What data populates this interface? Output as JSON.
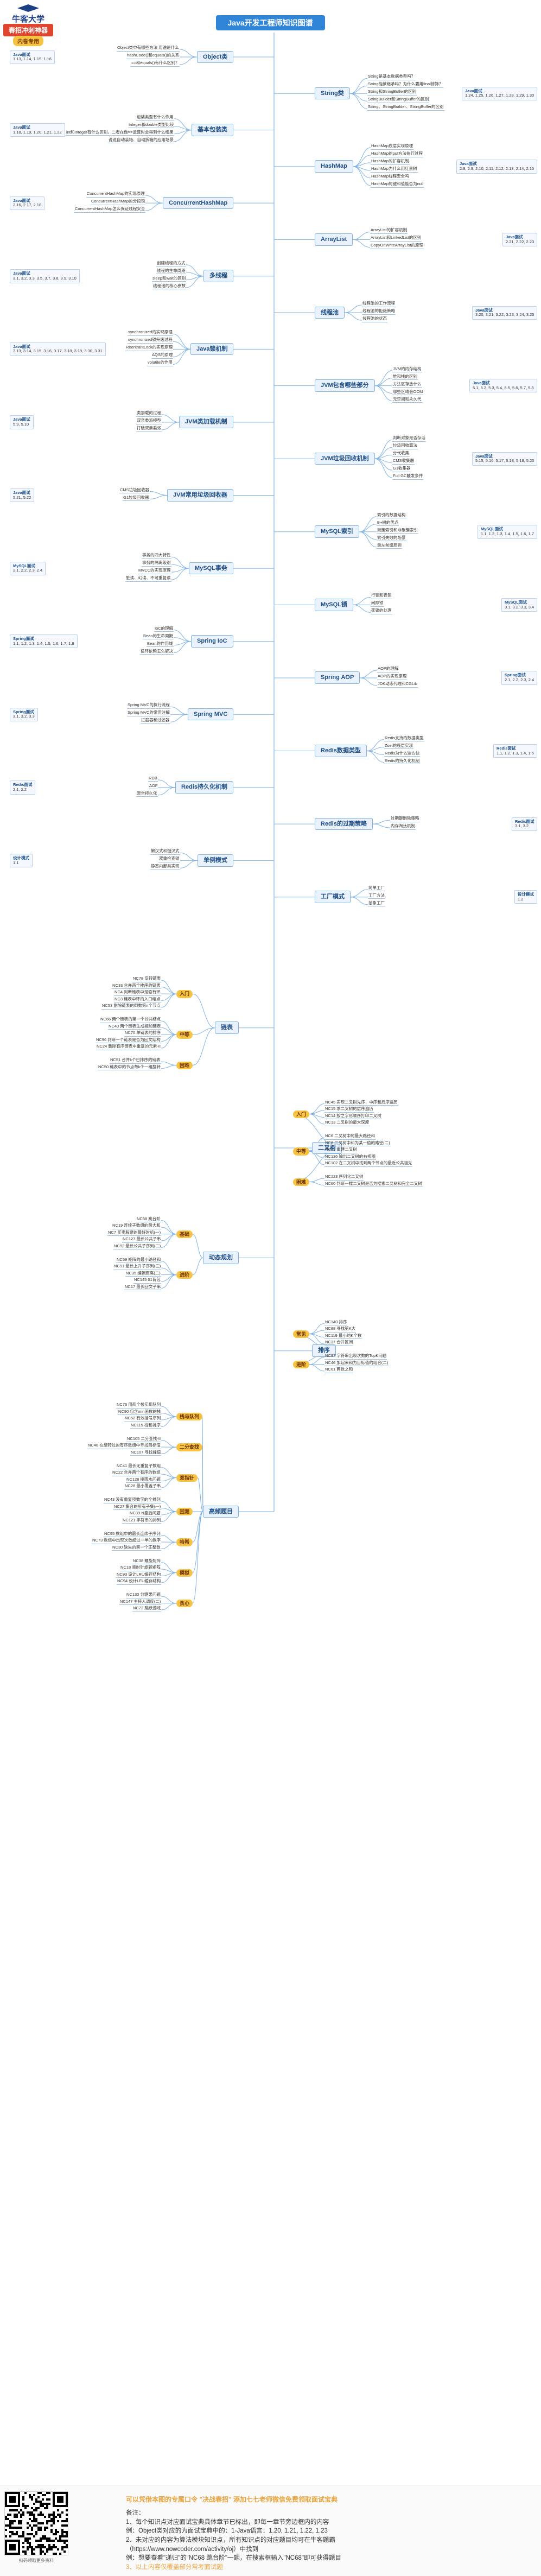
{
  "header": {
    "title": "Java开发工程师知识图谱",
    "logo_line1": "牛客大学",
    "logo_line2": "春招冲刺神器",
    "logo_line3": "内卷专用"
  },
  "colors": {
    "root": "#2f86d9",
    "line": "#7fb2e5",
    "accent": "#e9a33c",
    "badge": "#f6c343"
  },
  "map": {
    "sections": [
      {
        "title": "Object类",
        "items": [
          "Object类中有哪些方法 用途是什么",
          "hashCode()和equals()的关系",
          "==和equals()有什么区别？"
        ],
        "notes": [
          {
            "text": "Java面试",
            "sub": "1.13, 1.14, 1.15, 1.16"
          }
        ]
      },
      {
        "title": "String类",
        "items": [
          "String是基本数据类型吗？",
          "String能被继承吗？为什么要用final修饰？",
          "String和StringBuffer的区别",
          "StringBuilder和StringBuffer的区别",
          "String、StringBuilder、StringBuffer的区别"
        ],
        "notes": [
          {
            "text": "Java面试",
            "sub": "1.24, 1.25, 1.26, 1.27, 1.28, 1.29, 1.30"
          }
        ]
      },
      {
        "title": "基本包装类",
        "items": [
          "包装类型有什么作用",
          "Integer和double类型比较",
          "int和Integer有什么区别，二者在做==运算时会得到什么结果",
          "说说自动装箱、自动拆箱的应用场景"
        ],
        "notes": [
          {
            "text": "Java面试",
            "sub": "1.18, 1.19, 1.20, 1.21, 1.22"
          }
        ]
      },
      {
        "title": "HashMap",
        "items": [
          "HashMap底层实现原理",
          "HashMap的put方法执行过程",
          "HashMap的扩容机制",
          "HashMap为什么用红黑树",
          "HashMap线程安全吗",
          "HashMap的键和值能否为null"
        ],
        "notes": [
          {
            "text": "Java面试",
            "sub": "2.8, 2.9, 2.10, 2.11, 2.12, 2.13, 2.14, 2.15"
          }
        ]
      },
      {
        "title": "ConcurrentHashMap",
        "items": [
          "ConcurrentHashMap的实现原理",
          "ConcurrentHashMap的分段锁",
          "ConcurrentHashMap怎么保证线程安全"
        ],
        "notes": [
          {
            "text": "Java面试",
            "sub": "2.16, 2.17, 2.18"
          }
        ]
      },
      {
        "title": "ArrayList",
        "items": [
          "ArrayList的扩容机制",
          "ArrayList和LinkedList的区别",
          "CopyOnWriteArrayList的原理"
        ],
        "notes": [
          {
            "text": "Java面试",
            "sub": "2.21, 2.22, 2.23"
          }
        ]
      },
      {
        "title": "多线程",
        "items": [
          "创建线程的方式",
          "线程的生命周期",
          "sleep和wait的区别",
          "线程池的核心参数"
        ],
        "notes": [
          {
            "text": "Java面试",
            "sub": "3.1, 3.2, 3.3, 3.5, 3.7, 3.8, 3.9, 3.10"
          }
        ]
      },
      {
        "title": "线程池",
        "items": [
          "线程池的工作流程",
          "线程池的拒绝策略",
          "线程池的状态"
        ],
        "notes": [
          {
            "text": "Java面试",
            "sub": "3.20, 3.21, 3.22, 3.23, 3.24, 3.25"
          }
        ]
      },
      {
        "title": "Java锁机制",
        "items": [
          "synchronized的实现原理",
          "synchronized锁升级过程",
          "ReentrantLock的实现原理",
          "AQS的原理",
          "volatile的作用"
        ],
        "notes": [
          {
            "text": "Java面试",
            "sub": "3.13, 3.14, 3.15, 3.16, 3.17, 3.18, 3.19, 3.30, 3.31"
          }
        ]
      },
      {
        "title": "JVM包含哪些部分",
        "items": [
          "JVM的内存结构",
          "堆和栈的区别",
          "方法区存放什么",
          "哪些区域会OOM",
          "元空间和永久代"
        ],
        "notes": [
          {
            "text": "Java面试",
            "sub": "5.1, 5.2, 5.3, 5.4, 5.5, 5.6, 5.7, 5.8"
          }
        ]
      },
      {
        "title": "JVM类加载机制",
        "items": [
          "类加载的过程",
          "双亲委派模型",
          "打破双亲委派"
        ],
        "notes": [
          {
            "text": "Java面试",
            "sub": "5.9, 5.10"
          }
        ]
      },
      {
        "title": "JVM垃圾回收机制",
        "items": [
          "判断对象是否存活",
          "垃圾回收算法",
          "分代收集",
          "CMS收集器",
          "G1收集器",
          "Full GC触发条件"
        ],
        "notes": [
          {
            "text": "Java面试",
            "sub": "5.15, 5.16, 5.17, 5.18, 5.19, 5.20"
          }
        ]
      },
      {
        "title": "JVM常用垃圾回收器",
        "items": [
          "CMS垃圾回收器",
          "G1垃圾回收器"
        ],
        "notes": [
          {
            "text": "Java面试",
            "sub": "5.21, 5.22"
          }
        ]
      },
      {
        "title": "MySQL索引",
        "items": [
          "索引的数据结构",
          "B+树的优点",
          "聚簇索引和非聚簇索引",
          "索引失效的场景",
          "最左前缀原则"
        ],
        "notes": [
          {
            "text": "MySQL面试",
            "sub": "1.1, 1.2, 1.3, 1.4, 1.5, 1.6, 1.7"
          }
        ]
      },
      {
        "title": "MySQL事务",
        "items": [
          "事务的四大特性",
          "事务的隔离级别",
          "MVCC的实现原理",
          "脏读、幻读、不可重复读"
        ],
        "notes": [
          {
            "text": "MySQL面试",
            "sub": "2.1, 2.2, 2.3, 2.4"
          }
        ]
      },
      {
        "title": "MySQL锁",
        "items": [
          "行锁和表锁",
          "间隙锁",
          "死锁的处理"
        ],
        "notes": [
          {
            "text": "MySQL面试",
            "sub": "3.1, 3.2, 3.3, 3.4"
          }
        ]
      },
      {
        "title": "Spring IoC",
        "items": [
          "IoC的理解",
          "Bean的生命周期",
          "Bean的作用域",
          "循环依赖怎么解决"
        ],
        "notes": [
          {
            "text": "Spring面试",
            "sub": "1.1, 1.2, 1.3, 1.4, 1.5, 1.6, 1.7, 1.8"
          }
        ]
      },
      {
        "title": "Spring AOP",
        "items": [
          "AOP的理解",
          "AOP的实现原理",
          "JDK动态代理和CGLib"
        ],
        "notes": [
          {
            "text": "Spring面试",
            "sub": "2.1, 2.2, 2.3, 2.4"
          }
        ]
      },
      {
        "title": "Spring MVC",
        "items": [
          "Spring MVC的执行流程",
          "Spring MVC的常用注解",
          "拦截器和过滤器"
        ],
        "notes": [
          {
            "text": "Spring面试",
            "sub": "3.1, 3.2, 3.3"
          }
        ]
      },
      {
        "title": "Redis数据类型",
        "items": [
          "Redis支持的数据类型",
          "Zset的底层实现",
          "Redis为什么这么快",
          "Redis的持久化机制"
        ],
        "notes": [
          {
            "text": "Redis面试",
            "sub": "1.1, 1.2, 1.3, 1.4, 1.5"
          }
        ]
      },
      {
        "title": "Redis持久化机制",
        "items": [
          "RDB",
          "AOF",
          "混合持久化"
        ],
        "notes": [
          {
            "text": "Redis面试",
            "sub": "2.1, 2.2"
          }
        ]
      },
      {
        "title": "Redis的过期策略",
        "items": [
          "过期键删除策略",
          "内存淘汰机制"
        ],
        "notes": [
          {
            "text": "Redis面试",
            "sub": "3.1, 3.2"
          }
        ]
      },
      {
        "title": "单例模式",
        "items": [
          "懒汉式和饿汉式",
          "双重检查锁",
          "静态内部类实现"
        ],
        "notes": [
          {
            "text": "设计模式",
            "sub": "1.1"
          }
        ]
      },
      {
        "title": "工厂模式",
        "items": [
          "简单工厂",
          "工厂方法",
          "抽象工厂"
        ],
        "notes": [
          {
            "text": "设计模式",
            "sub": "1.2"
          }
        ]
      }
    ],
    "coding": [
      {
        "title": "链表",
        "groups": [
          {
            "label": "入门",
            "items": [
              "NC78 反转链表",
              "NC33 合并两个排序的链表",
              "NC4 判断链表中是否有环",
              "NC3 链表中环的入口结点",
              "NC53 删除链表的倒数第n个节点"
            ]
          },
          {
            "label": "中等",
            "items": [
              "NC66 两个链表的第一个公共结点",
              "NC40 两个链表生成相加链表",
              "NC70 单链表的排序",
              "NC96 判断一个链表是否为回文结构",
              "NC24 删除有序链表中重复的元素-II"
            ]
          },
          {
            "label": "困难",
            "items": [
              "NC51 合并k个已排序的链表",
              "NC50 链表中的节点每k个一组翻转"
            ]
          }
        ]
      },
      {
        "title": "二叉树",
        "groups": [
          {
            "label": "入门",
            "items": [
              "NC45 实现二叉树先序，中序和后序遍历",
              "NC15 求二叉树的层序遍历",
              "NC14 按之字形顺序打印二叉树",
              "NC13 二叉树的最大深度"
            ]
          },
          {
            "label": "中等",
            "items": [
              "NC6 二叉树中的最大路径和",
              "NC8 二叉树中和为某一值的路径(二)",
              "NC12 重建二叉树",
              "NC136 输出二叉树的右视图",
              "NC102 在二叉树中找到两个节点的最近公共祖先"
            ]
          },
          {
            "label": "困难",
            "items": [
              "NC123 序列化二叉树",
              "NC60 判断一棵二叉树是否为搜索二叉树和完全二叉树"
            ]
          }
        ]
      },
      {
        "title": "动态规划",
        "groups": [
          {
            "label": "基础",
            "items": [
              "NC68 跳台阶",
              "NC19 连续子数组的最大和",
              "NC7 买卖股票的最好时机(一)",
              "NC127 最长公共子串",
              "NC92 最长公共子序列(二)"
            ]
          },
          {
            "label": "进阶",
            "items": [
              "NC59 矩阵的最小路径和",
              "NC91 最长上升子序列(三)",
              "NC35 编辑距离(二)",
              "NC145 01背包",
              "NC17 最长回文子串"
            ]
          }
        ]
      },
      {
        "title": "排序",
        "groups": [
          {
            "label": "常见",
            "items": [
              "NC140 排序",
              "NC88 寻找第K大",
              "NC119 最小的K个数",
              "NC37 合并区间"
            ]
          },
          {
            "label": "进阶",
            "items": [
              "NC97 字符串出现次数的TopK问题",
              "NC46 加起来和为目标值的组合(二)",
              "NC61 两数之和"
            ]
          }
        ]
      },
      {
        "title": "高频题目",
        "groups": [
          {
            "label": "栈与队列",
            "items": [
              "NC76 用两个栈实现队列",
              "NC90 包含min函数的栈",
              "NC52 有效括号序列",
              "NC115 栈和排序"
            ]
          },
          {
            "label": "二分查找",
            "items": [
              "NC105 二分查找-II",
              "NC48 在旋转过的有序数组中寻找目标值",
              "NC107 寻找峰值"
            ]
          },
          {
            "label": "双指针",
            "items": [
              "NC41 最长无重复子数组",
              "NC22 合并两个有序的数组",
              "NC128 接雨水问题",
              "NC28 最小覆盖子串"
            ]
          },
          {
            "label": "回溯",
            "items": [
              "NC43 没有重复项数字的全排列",
              "NC27 集合的所有子集(一)",
              "NC39 N皇后问题",
              "NC121 字符串的排列"
            ]
          },
          {
            "label": "哈希",
            "items": [
              "NC95 数组中的最长连续子序列",
              "NC73 数组中出现次数超过一半的数字",
              "NC30 缺失的第一个正整数"
            ]
          },
          {
            "label": "模拟",
            "items": [
              "NC38 螺旋矩阵",
              "NC18 顺时针旋转矩阵",
              "NC93 设计LRU缓存结构",
              "NC94 设计LFU缓存结构"
            ]
          },
          {
            "label": "贪心",
            "items": [
              "NC130 分糖果问题",
              "NC147 主持人调度(二)",
              "NC72 跳跃游戏"
            ]
          }
        ]
      }
    ]
  },
  "footer": {
    "qr_caption": "扫码领取更多资料",
    "promo": "可以凭借本图的专属口令 \"决战春招\" 添加七七老师微信免费领取面试宝典",
    "notes": [
      "备注：",
      "1、每个知识点对应面试宝典具体章节已标出，即每一章节旁边框内的内容",
      "例：Object类对应的为面试宝典中的：1-Java语言：1.20, 1.21, 1.22, 1.23",
      "2、未对应的内容为算法模块知识点，所有知识点的对应题目均可在牛客题霸",
      "（https://www.nowcoder.com/activity/oj）中找到",
      "例：想要查看\"递归\"的\"NC68 跳台阶\"一题，在搜索框输入\"NC68\"即可获得题目",
      "3、以上内容仅覆盖部分常考面试题"
    ]
  }
}
